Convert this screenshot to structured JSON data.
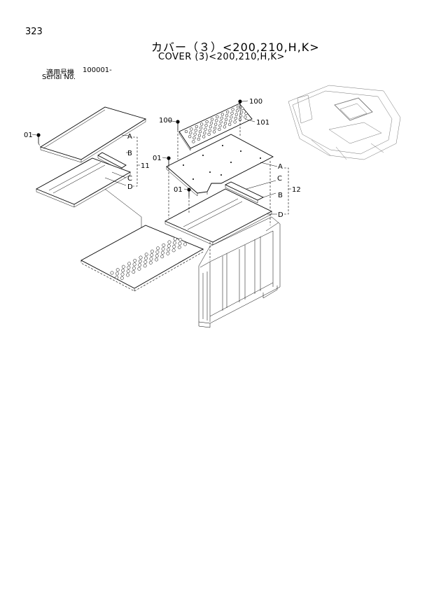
{
  "header": {
    "page_number": "323",
    "title_jp": "カバー（３）<200,210,H,K>",
    "title_en": "COVER (3)<200,210,H,K>",
    "serial_label_jp": "適用号機",
    "serial_value": "100001-",
    "serial_label_en": "Serial No."
  },
  "callouts": {
    "left_bolt": "01",
    "left_a": "A",
    "left_b": "B",
    "left_c": "C",
    "left_d": "D",
    "left_group": "11",
    "right_bolt_100_top": "100",
    "right_bolt_100_left": "100",
    "right_perforated": "101",
    "right_bolt_01_top": "01",
    "right_bolt_01_bottom": "01",
    "right_a": "A",
    "right_b": "B",
    "right_c": "C",
    "right_d": "D",
    "right_group": "12"
  }
}
